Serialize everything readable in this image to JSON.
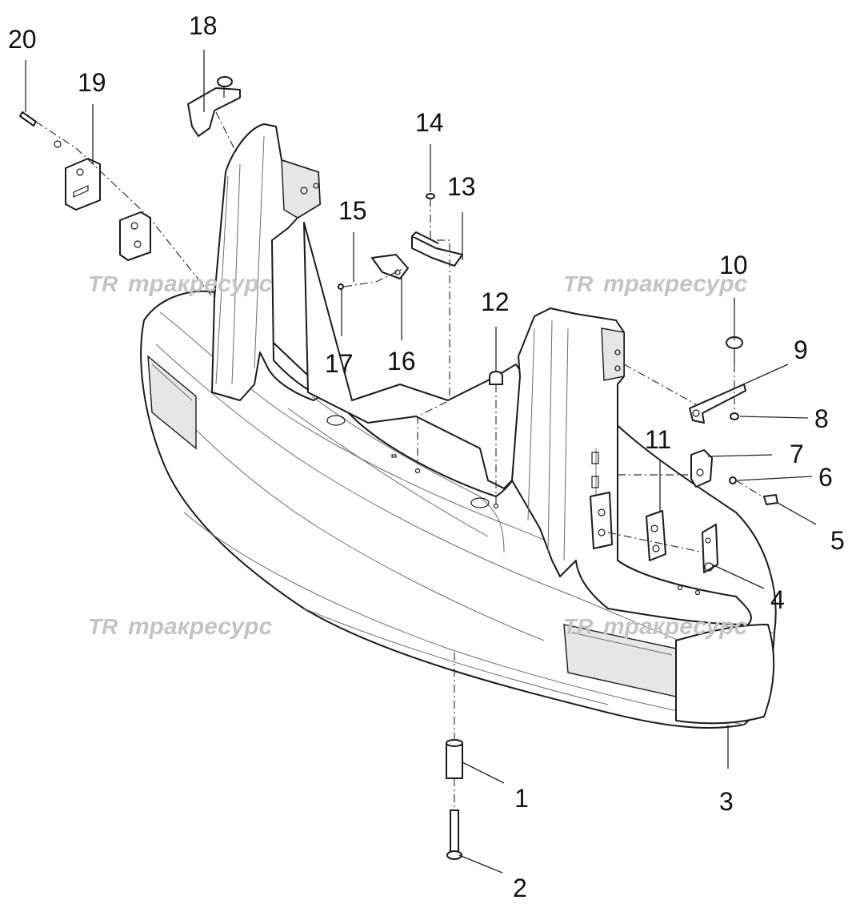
{
  "callouts": [
    {
      "id": "c1",
      "text": "1"
    },
    {
      "id": "c2",
      "text": "2"
    },
    {
      "id": "c3",
      "text": "3"
    },
    {
      "id": "c4",
      "text": "4"
    },
    {
      "id": "c5",
      "text": "5"
    },
    {
      "id": "c6",
      "text": "6"
    },
    {
      "id": "c7",
      "text": "7"
    },
    {
      "id": "c8",
      "text": "8"
    },
    {
      "id": "c9",
      "text": "9"
    },
    {
      "id": "c10",
      "text": "10"
    },
    {
      "id": "c11",
      "text": "11"
    },
    {
      "id": "c12",
      "text": "12"
    },
    {
      "id": "c13",
      "text": "13"
    },
    {
      "id": "c14",
      "text": "14"
    },
    {
      "id": "c15",
      "text": "15"
    },
    {
      "id": "c16",
      "text": "16"
    },
    {
      "id": "c17",
      "text": "17"
    },
    {
      "id": "c18",
      "text": "18"
    },
    {
      "id": "c19",
      "text": "19"
    },
    {
      "id": "c20",
      "text": "20"
    }
  ],
  "watermark": {
    "logo": "TR",
    "text": "тракресурс"
  },
  "colors": {
    "line": "#1a1a1a",
    "watermark": "#c4c4c4",
    "background": "#ffffff"
  }
}
